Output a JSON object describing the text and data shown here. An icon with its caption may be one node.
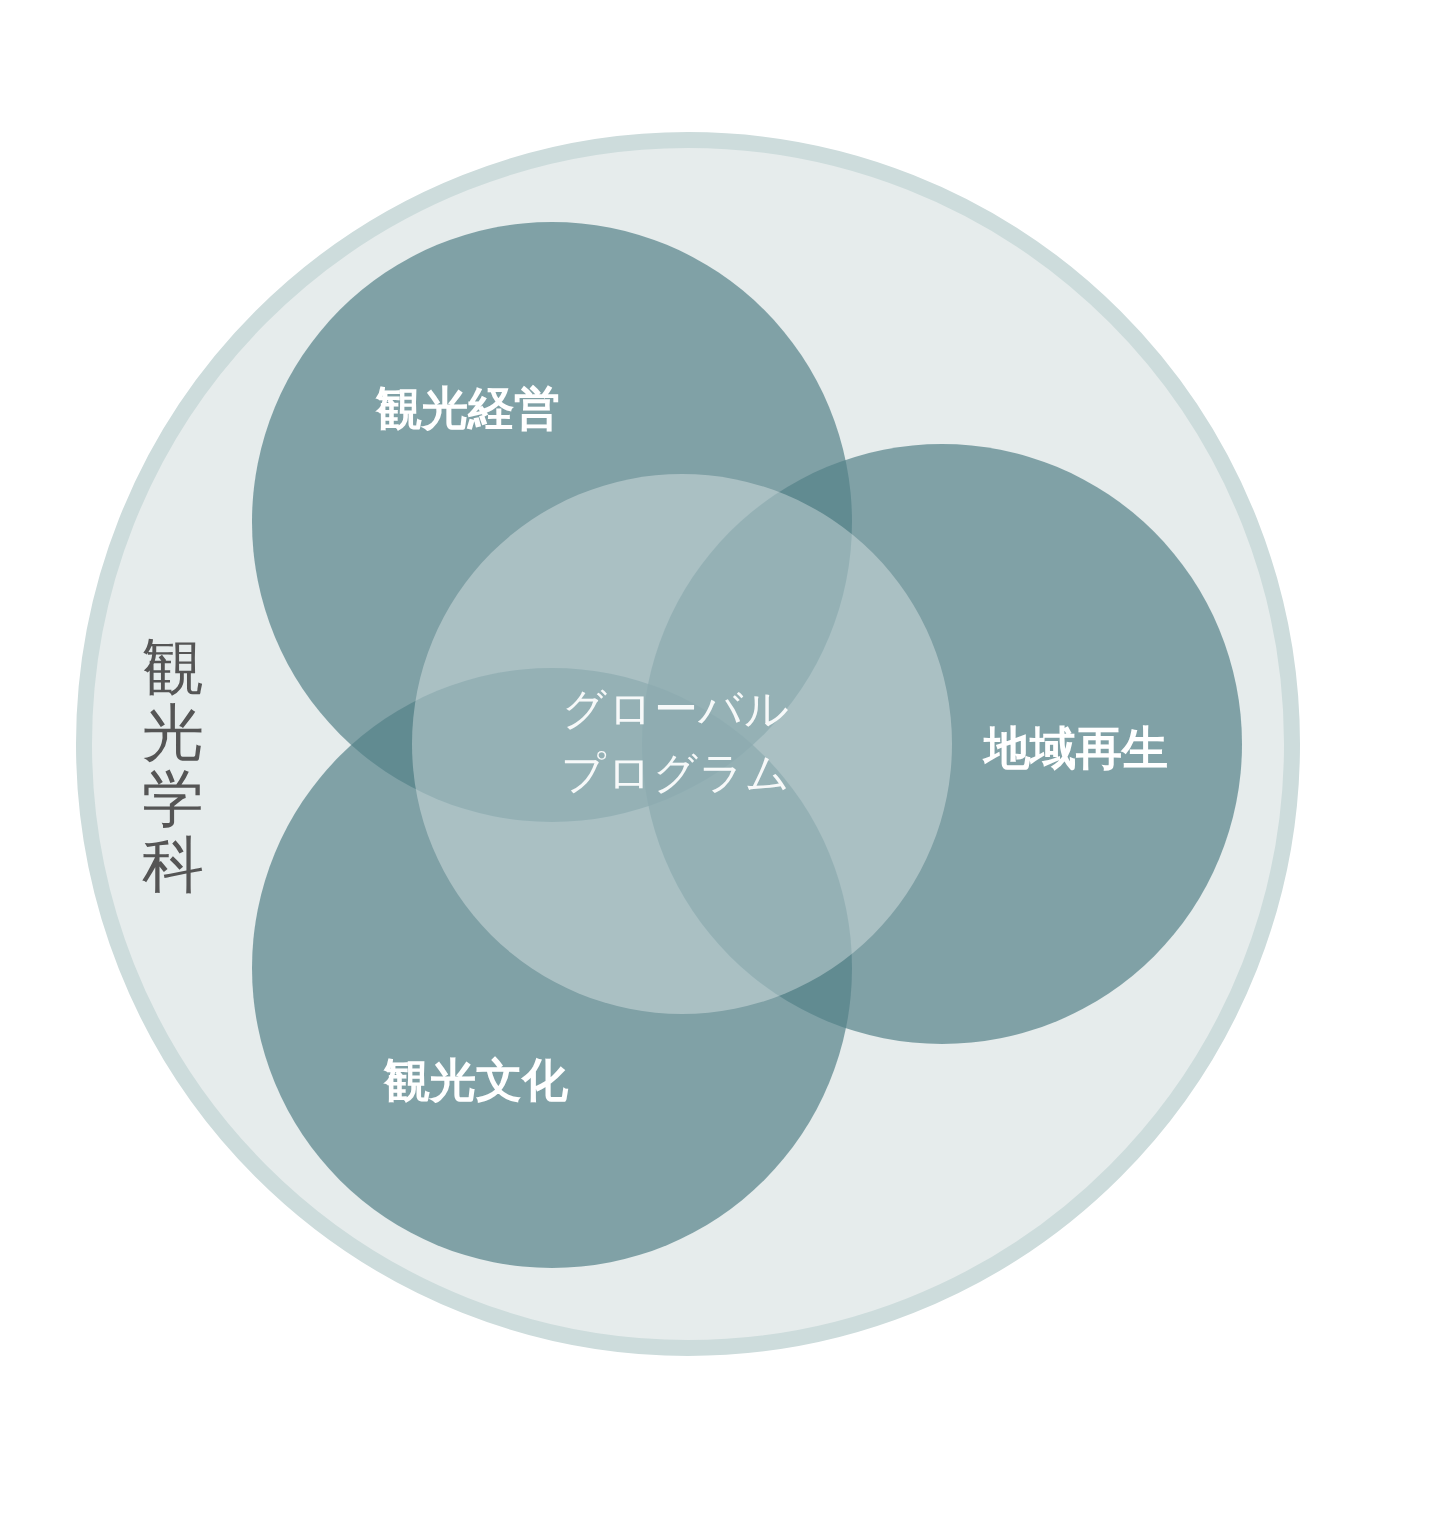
{
  "diagram": {
    "nodes": [
      {
        "text": [
          "観光学科"
        ]
      },
      {
        "text": [
          "観光経営"
        ],
        "in": 0
      },
      {
        "text": [
          "グローバルプログラム"
        ],
        "in": 0
      },
      {
        "text": [
          "地域再生"
        ],
        "in": 0
      },
      {
        "text": [
          "観光文化"
        ],
        "in": 0
      }
    ]
  }
}
